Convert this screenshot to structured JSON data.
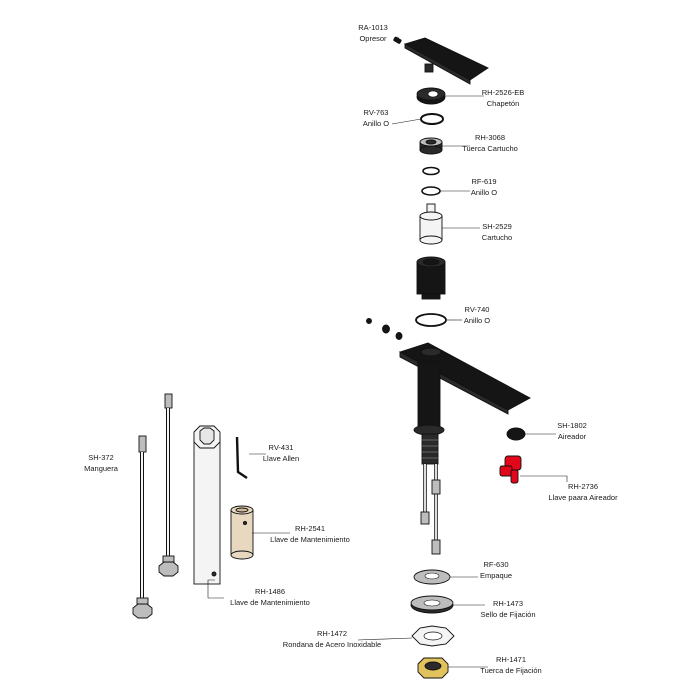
{
  "colors": {
    "black_part": "#151515",
    "dark_part": "#2a2a2a",
    "chrome": "#bdbdbd",
    "white_part": "#f4f4f4",
    "tan_part": "#e8d8bf",
    "red_part": "#e3061b",
    "brass_part": "#e2c25c",
    "line": "#1a1a1a"
  },
  "parts": {
    "ra1013": {
      "code": "RA-1013",
      "name": "Opresor"
    },
    "rh2526": {
      "code": "RH-2526-EB",
      "name": "Chapetón"
    },
    "rv763": {
      "code": "RV-763",
      "name": "Anillo O"
    },
    "rh3068": {
      "code": "RH-3068",
      "name": "Tuerca Cartucho"
    },
    "rf619": {
      "code": "RF-619",
      "name": "Anillo O"
    },
    "sh2529": {
      "code": "SH-2529",
      "name": "Cartucho"
    },
    "rv740": {
      "code": "RV-740",
      "name": "Anillo O"
    },
    "sh1802": {
      "code": "SH-1802",
      "name": "Aireador"
    },
    "rh2736": {
      "code": "RH-2736",
      "name": "Llave paara Aireador"
    },
    "rv431": {
      "code": "RV-431",
      "name": "Llave Allen"
    },
    "sh372": {
      "code": "SH-372",
      "name": "Manguera"
    },
    "rh2541": {
      "code": "RH-2541",
      "name": "Llave de Mantenimiento"
    },
    "rh1486": {
      "code": "RH-1486",
      "name": "Llave de Mantenimiento"
    },
    "rf630": {
      "code": "RF-630",
      "name": "Empaque"
    },
    "rh1473": {
      "code": "RH-1473",
      "name": "Sello de Fijación"
    },
    "rh1472": {
      "code": "RH-1472",
      "name": "Rondana de Acero Inoxidable"
    },
    "rh1471": {
      "code": "RH-1471",
      "name": "Tuerca de Fijación"
    }
  }
}
